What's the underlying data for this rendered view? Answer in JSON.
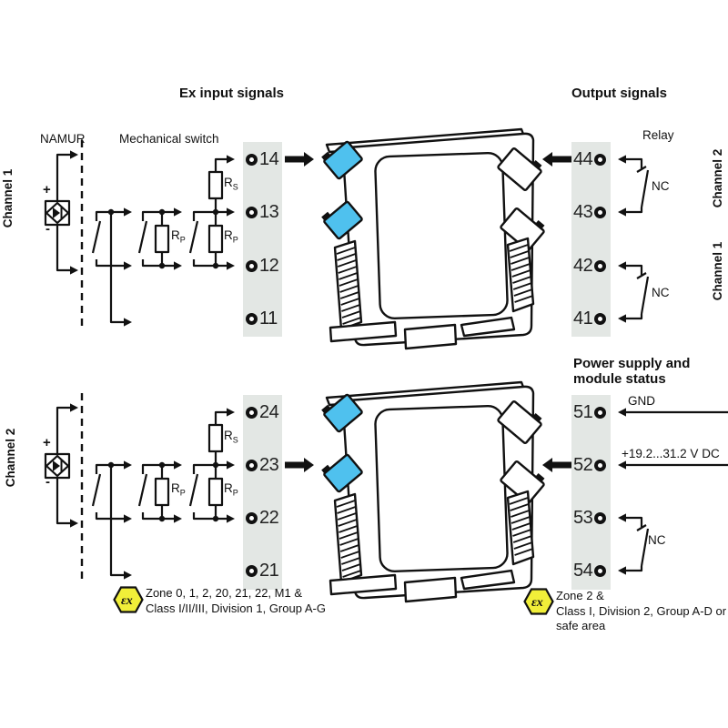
{
  "headings": {
    "ex_input": "Ex input signals",
    "output": "Output signals",
    "power1": "Power supply and",
    "power2": "module status"
  },
  "labels": {
    "namur": "NAMUR",
    "mechanical_switch": "Mechanical switch",
    "relay": "Relay",
    "gnd": "GND",
    "supply_voltage": "+19.2...31.2 V DC",
    "nc": "NC",
    "plus": "+",
    "minus": "-",
    "resistor_base": "R",
    "resistor_sub_series": "S",
    "resistor_sub_parallel": "P"
  },
  "channel_labels": {
    "left_top": "Channel 1",
    "left_bottom": "Channel 2",
    "right_top": "Channel 2",
    "right_bottom": "Channel 1"
  },
  "terminals": {
    "input_ch1": [
      "14",
      "13",
      "12",
      "11"
    ],
    "input_ch2": [
      "24",
      "23",
      "22",
      "21"
    ],
    "relay_outputs": [
      "44",
      "43",
      "42",
      "41"
    ],
    "power_status": [
      "51",
      "52",
      "53",
      "54"
    ]
  },
  "ex_markings": {
    "logo": "εx",
    "hazardous_line1": "Zone 0, 1, 2, 20, 21, 22, M1 &",
    "hazardous_line2": "Class I/II/III, Division 1, Group A-G",
    "safe_line1": "Zone 2 &",
    "safe_line2": "Class I, Division 2, Group A-D or",
    "safe_line3": "safe area"
  },
  "colors": {
    "terminal_strip": "#E3E7E4",
    "module_blue": "#4FC1EE",
    "ex_yellow": "#F1EF39"
  }
}
